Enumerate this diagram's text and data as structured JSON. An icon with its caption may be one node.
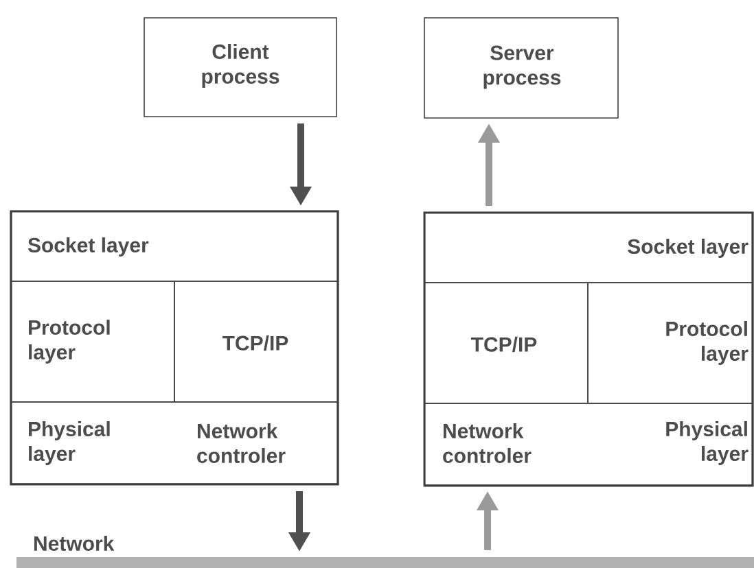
{
  "diagram": {
    "nodes": [
      {
        "text": [
          "Client process"
        ]
      },
      {
        "text": [
          "Server process"
        ]
      },
      {
        "text": [],
        "shape": "box"
      },
      {
        "text": [
          "Socket layer"
        ],
        "in": 2
      },
      {
        "text": [
          "Protocol layer"
        ],
        "in": 2
      },
      {
        "text": [
          "TCP/IP"
        ],
        "in": 2
      },
      {
        "text": [
          "Physical layer",
          "Network controler"
        ],
        "in": 2
      },
      {
        "text": [],
        "shape": "box"
      },
      {
        "text": [
          "Socket layer"
        ],
        "in": 7
      },
      {
        "text": [
          "TCP/IP"
        ],
        "in": 7
      },
      {
        "text": [
          "Protocol layer"
        ],
        "in": 7
      },
      {
        "text": [
          "Network controler",
          "Physical layer"
        ],
        "in": 7
      },
      {
        "text": [
          "Network"
        ]
      }
    ],
    "edges": [
      {
        "from": 0,
        "to": 2,
        "arrow": "to"
      },
      {
        "from": 7,
        "to": 1,
        "arrow": "to",
        "color": "#9a9a9a"
      },
      {
        "from": 2,
        "to": 12,
        "arrow": "to"
      },
      {
        "from": 12,
        "to": 7,
        "arrow": "to",
        "color": "#9a9a9a"
      }
    ]
  }
}
